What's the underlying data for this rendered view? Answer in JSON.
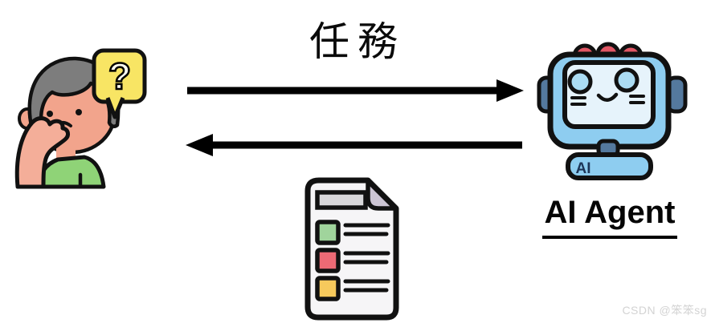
{
  "diagram": {
    "task_label": "任務",
    "agent_label": "AI Agent",
    "robot_badge": "AI",
    "question_mark": "?",
    "watermark": "CSDN @笨笨sg"
  },
  "icons": {
    "left": "thinking-person-icon with question-bubble-icon",
    "right": "ai-robot-icon",
    "bottom": "task-checklist-document-icon",
    "arrows": [
      "task-arrow-right",
      "return-arrow-left"
    ]
  },
  "colors": {
    "outline": "#111111",
    "arrow_black": "#000000",
    "bubble_yellow": "#f8e564",
    "question_fill": "#fffdf0",
    "skin": "#f2a48c",
    "skin_light": "#f4ae99",
    "hair_gray": "#7d7d7d",
    "shirt_green": "#8fd377",
    "robot_blue": "#8ecdf0",
    "robot_screen": "#e6f3fb",
    "robot_eye": "#abdcf3",
    "robot_dark": "#54799e",
    "robot_red": "#e25765",
    "robot_badge_text": "#1d3557",
    "doc_page": "#f6f5f7",
    "doc_header": "#d8d7da",
    "doc_fold": "#ccc5d4",
    "check_green": "#a0d49c",
    "check_red": "#ed6a75",
    "check_yellow": "#f6c95c",
    "watermark_gray": "#d3d3d3"
  }
}
